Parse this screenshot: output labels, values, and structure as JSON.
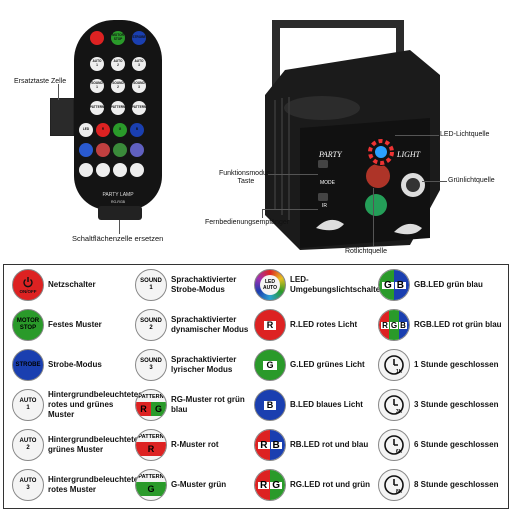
{
  "top": {
    "battery_label": "Ersatztaste Zelle",
    "battery_cell_label": "Schaltflächenzelle ersetzen",
    "brand": "PARTY LAMP",
    "brand_sub": "RG-RGB",
    "projector_text_left": "PARTY",
    "projector_text_right": "LIGHT",
    "mode_text": "MODE",
    "ir_text": "IR",
    "callouts": {
      "led": "LED-Lichtquelle",
      "green": "Grünlichtquelle",
      "mode": "Funktionsmodus-\nTaste",
      "receiver": "Fernbedienungsempfänger",
      "red": "Rotlichtquelle"
    }
  },
  "remote_buttons": [
    {
      "text": "",
      "color": "#d22"
    },
    {
      "text": "MOTOR\nSTOP",
      "color": "#2a9a2a"
    },
    {
      "text": "STROBE",
      "color": "#1a3fb0"
    },
    {
      "text": "AUTO\n1",
      "color": "#eee"
    },
    {
      "text": "AUTO\n2",
      "color": "#eee"
    },
    {
      "text": "AUTO\n3",
      "color": "#eee"
    },
    {
      "text": "SOUND\n1",
      "color": "#eee"
    },
    {
      "text": "SOUND\n2",
      "color": "#eee"
    },
    {
      "text": "SOUND\n3",
      "color": "#eee"
    },
    {
      "text": "PATTERN",
      "color": "#eee"
    },
    {
      "text": "PATTERN",
      "color": "#eee"
    },
    {
      "text": "PATTERN",
      "color": "#eee"
    },
    {
      "text": "LED",
      "color": "#eee"
    },
    {
      "text": "R",
      "color": "#d22"
    },
    {
      "text": "G",
      "color": "#2a9a2a"
    },
    {
      "text": "B",
      "color": "#1a3fb0"
    },
    {
      "text": "",
      "color": "#2a5ad0"
    },
    {
      "text": "",
      "color": "#c04040"
    },
    {
      "text": "",
      "color": "#3a8a3a"
    },
    {
      "text": "",
      "color": "#6060c0"
    },
    {
      "text": "",
      "color": "#eee"
    },
    {
      "text": "",
      "color": "#eee"
    },
    {
      "text": "",
      "color": "#eee"
    },
    {
      "text": "",
      "color": "#eee"
    }
  ],
  "legend": {
    "col1": [
      {
        "icon": "power",
        "top": "",
        "bottom": "ON/OFF",
        "text": "Netzschalter"
      },
      {
        "icon": "plain",
        "top": "MOTOR",
        "bottom": "STOP",
        "bg": "#2a9a2a",
        "text": "Festes Muster"
      },
      {
        "icon": "plain",
        "top": "STROBE",
        "bottom": "",
        "bg": "#1a3fb0",
        "text": "Strobe-Modus"
      },
      {
        "icon": "plain",
        "top": "AUTO",
        "bottom": "1",
        "bg": "#f4f4f4",
        "text": "Hintergrundbeleuchtetes rotes und grünes Muster"
      },
      {
        "icon": "plain",
        "top": "AUTO",
        "bottom": "2",
        "bg": "#f4f4f4",
        "text": "Hintergrundbeleuchtetes grünes Muster"
      },
      {
        "icon": "plain",
        "top": "AUTO",
        "bottom": "3",
        "bg": "#f4f4f4",
        "text": "Hintergrundbeleuchtetes rotes Muster"
      }
    ],
    "col2": [
      {
        "top": "SOUND",
        "bottom": "1",
        "text": "Sprachaktivierter Strobe-Modus"
      },
      {
        "top": "SOUND",
        "bottom": "2",
        "text": "Sprachaktivierter dynamischer Modus"
      },
      {
        "top": "SOUND",
        "bottom": "3",
        "text": "Sprachaktivierter lyrischer Modus"
      },
      {
        "top": "PATTERN",
        "bottom": "R G",
        "text": "RG-Muster rot grün blau"
      },
      {
        "top": "PATTERN",
        "bottom": "R",
        "text": "R-Muster rot"
      },
      {
        "top": "PATTERN",
        "bottom": "G",
        "text": "G-Muster grün"
      }
    ],
    "col3": [
      {
        "icon": "led",
        "label": "LED AUTO",
        "text": "LED-Umgebungslichtschalter"
      },
      {
        "icon": "solid",
        "bg": "#d22",
        "label": "R",
        "text": "R.LED rotes Licht"
      },
      {
        "icon": "solid",
        "bg": "#2a9a2a",
        "label": "G",
        "text": "G.LED grünes Licht"
      },
      {
        "icon": "solid",
        "bg": "#1a3fb0",
        "label": "B",
        "text": "B.LED blaues Licht"
      },
      {
        "icon": "split",
        "left": "#d22",
        "right": "#1a3fb0",
        "label": "R B",
        "text": "RB.LED rot und blau"
      },
      {
        "icon": "split",
        "left": "#d22",
        "right": "#2a9a2a",
        "label": "R G",
        "text": "RG.LED rot und grün"
      }
    ],
    "col4": [
      {
        "icon": "split",
        "left": "#2a9a2a",
        "right": "#1a3fb0",
        "label": "G B",
        "text": "GB.LED grün blau"
      },
      {
        "icon": "tri",
        "label": "R G B",
        "text": "RGB.LED rot grün blau"
      },
      {
        "icon": "clock",
        "label": "1h",
        "text": "1 Stunde geschlossen"
      },
      {
        "icon": "clock",
        "label": "3h",
        "text": "3 Stunde geschlossen"
      },
      {
        "icon": "clock",
        "label": "6h",
        "text": "6 Stunde geschlossen"
      },
      {
        "icon": "clock",
        "label": "8h",
        "text": "8 Stunde geschlossen"
      }
    ]
  }
}
